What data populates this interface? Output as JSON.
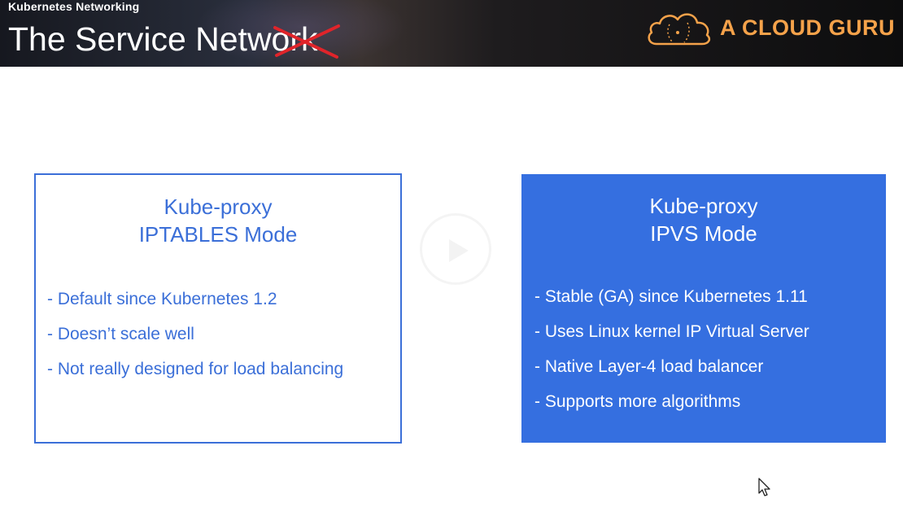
{
  "header": {
    "course_name": "Kubernetes Networking",
    "lesson_title": "The Service Network",
    "brand_name": "A CLOUD GURU",
    "brand_icon": "cloud-logo-icon",
    "strike_icon": "red-x-mark-icon",
    "colors": {
      "brand": "#f5a24a",
      "strike": "#e0242a"
    }
  },
  "left_card": {
    "title_line1": "Kube-proxy",
    "title_line2": "IPTABLES Mode",
    "items": [
      "- Default since Kubernetes 1.2",
      "- Doesn’t scale well",
      "- Not really designed for load balancing"
    ],
    "color": "#3b6fd8"
  },
  "right_card": {
    "title_line1": "Kube-proxy",
    "title_line2": "IPVS Mode",
    "items": [
      "- Stable (GA) since Kubernetes 1.11",
      "- Uses Linux kernel IP Virtual Server",
      "- Native Layer-4 load balancer",
      "- Supports more algorithms"
    ],
    "color": "#356fe0"
  },
  "overlay": {
    "play_icon": "play-icon",
    "cursor_icon": "mouse-cursor-icon"
  }
}
